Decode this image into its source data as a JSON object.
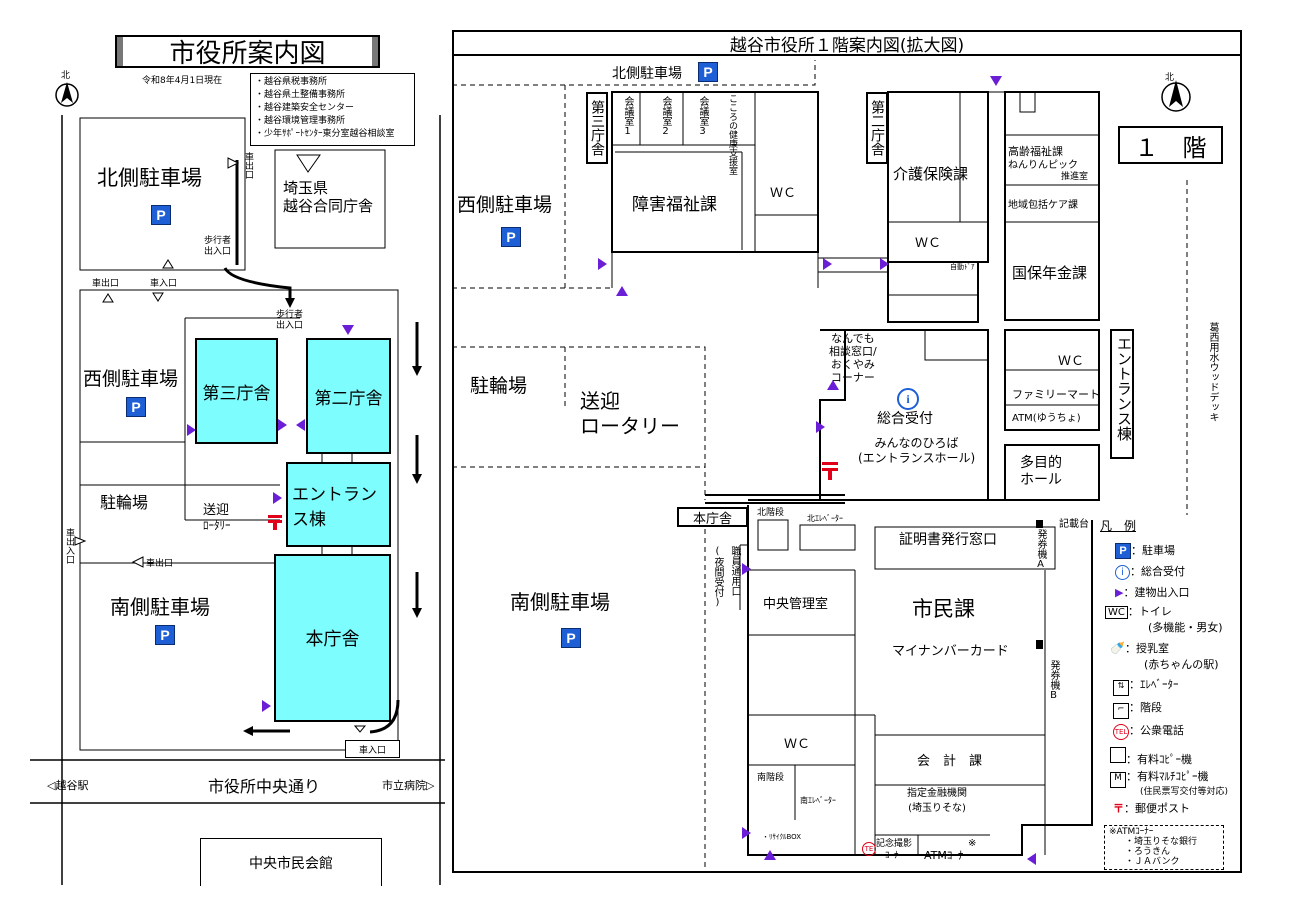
{
  "left_map": {
    "title": "市役所案内図",
    "date": "令和8年4月1日現在",
    "offices": [
      "・越谷県税事務所",
      "・越谷県土整備事務所",
      "・越谷建築安全センター",
      "・越谷環境管理事務所",
      "・少年ｻﾎﾟｰﾄｾﾝﾀｰ東分室越谷相談室"
    ],
    "north": "北",
    "north_parking": "北側駐車場",
    "west_parking": "西側駐車場",
    "south_parking": "南側駐車場",
    "bicycle": "駐輪場",
    "rotary": [
      "送迎",
      "ﾛｰﾀﾘｰ"
    ],
    "joint_bldg": [
      "埼玉県",
      "越谷合同庁舎"
    ],
    "third_bldg": "第三庁舎",
    "second_bldg": "第二庁舎",
    "entrance_bldg": "エントランス棟",
    "main_bldg": "本庁舎",
    "pedestrian1": [
      "歩行者",
      "出入口"
    ],
    "pedestrian2": [
      "歩行者",
      "出入口"
    ],
    "car_exit": "車出口",
    "car_entry": "車入口",
    "car_exit_entry": "車出入口",
    "car_exit_n": "車出口",
    "car_exit_s": "車出口",
    "car_entry_s": "車入口",
    "street": "市役所中央通り",
    "koshigaya_st": "◁越谷駅",
    "hospital": "市立病院▷",
    "civic_hall": "中央市民会館",
    "parking_icon": "P"
  },
  "right_map": {
    "title": "越谷市役所１階案内図(拡大図)",
    "floor": "１　階",
    "north": "北",
    "north_parking": "北側駐車場",
    "west_parking": "西側駐車場",
    "south_parking": "南側駐車場",
    "bicycle": "駐輪場",
    "rotary": [
      "送迎",
      "ロータリー"
    ],
    "third_bldg": "第三庁舎",
    "second_bldg": "第二庁舎",
    "meeting1": "会議室1",
    "meeting2": "会議室2",
    "meeting3": "会議室3",
    "kokoro": "こころの健康支援室",
    "disability": "障害福祉課",
    "wc": "ＷＣ",
    "care": "介護保険課",
    "elderly": [
      "高齢福祉課",
      "ねんりんピック",
      "推進室"
    ],
    "community": "地域包括ケア課",
    "auto_door": "自動ﾄﾞｱ",
    "pension": "国保年金課",
    "consult": [
      "なんでも",
      "相談窓口/",
      "おくやみ",
      "コーナー"
    ],
    "info_desk": "総合受付",
    "plaza": [
      "みんなのひろば",
      "(エントランスホール)"
    ],
    "familymart": "ファミリーマート",
    "atm_yucho": "ATM(ゆうちょ)",
    "entrance_bldg": "エントランス棟",
    "multipurpose": [
      "多目的",
      "ホール"
    ],
    "deck": "葛西用水ウッドデッキ",
    "main_bldg": "本庁舎",
    "north_stairs": "北階段",
    "north_elev": "北ｴﾚﾍﾞｰﾀｰ",
    "staff_entrance": "職員通用口",
    "night_reception": "(夜間受付)",
    "certificate": "証明書発行窓口",
    "ticket_a": "発券機A",
    "ticket_b": "発券機B",
    "memo_desk": "記載台",
    "central_mgmt": "中央管理室",
    "citizens": "市民課",
    "mynumber": "マイナンバーカード",
    "accounting": "会　計　課",
    "bank": [
      "指定金融機関",
      "(埼玉りそな)"
    ],
    "south_stairs": "南階段",
    "south_elev": "南ｴﾚﾍﾞｰﾀｰ",
    "recycle": "・ﾘｻｲｸﾙBOX",
    "photo": [
      "記念撮影",
      "ｺｰﾅｰ"
    ],
    "atm_corner": "ATMｺｰﾅｰ",
    "atm_mark": "※",
    "parking_icon": "P"
  },
  "legend": {
    "title": "凡　例",
    "items": [
      {
        "icon": "P",
        "text": "：駐車場"
      },
      {
        "icon": "i",
        "text": "：総合受付"
      },
      {
        "icon": "▶",
        "text": "：建物出入口"
      },
      {
        "icon": "WC",
        "text": "：トイレ",
        "sub": "(多機能・男女)"
      },
      {
        "icon": "nursing",
        "text": "：授乳室",
        "sub": "(赤ちゃんの駅)"
      },
      {
        "icon": "elev",
        "text": "：ｴﾚﾍﾞｰﾀｰ"
      },
      {
        "icon": "stairs",
        "text": "：階段"
      },
      {
        "icon": "TEL",
        "text": "：公衆電話"
      },
      {
        "icon": "copy",
        "text": "：有料ｺﾋﾟｰ機"
      },
      {
        "icon": "mcopy",
        "text": "：有料ﾏﾙﾁｺﾋﾟｰ機",
        "sub": "(住民票写交付等対応)"
      },
      {
        "icon": "post",
        "text": "：郵便ポスト"
      }
    ],
    "atm_note_title": "※ATMｺｰﾅｰ",
    "atm_note_items": [
      "・埼玉りそな銀行",
      "・ろうきん",
      "・ＪＡバンク"
    ]
  },
  "colors": {
    "building": "#7dfdfd",
    "entrance": "#6a1fd6",
    "parking": "#1e5fd6",
    "post": "#e0001a"
  }
}
